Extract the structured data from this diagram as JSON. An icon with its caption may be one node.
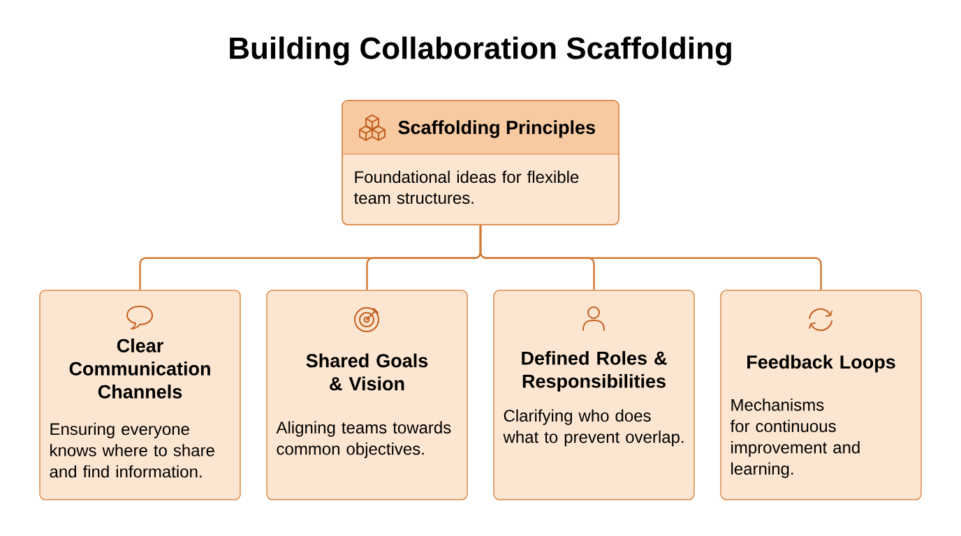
{
  "diagram": {
    "title": "Building Collaboration Scaffolding",
    "nodes": [
      {
        "text": [
          "Scaffolding Principles",
          "Foundational ideas for flexible team structures."
        ]
      },
      {
        "text": [
          "Clear Communication Channels",
          "Ensuring everyone knows where to share and find information."
        ]
      },
      {
        "text": [
          "Shared Goals & Vision",
          "Aligning teams towards common objectives."
        ]
      },
      {
        "text": [
          "Defined Roles & Responsibilities",
          "Clarifying who does what to prevent overlap."
        ]
      },
      {
        "text": [
          "Feedback Loops",
          "Mechanisms for continuous improvement and learning."
        ]
      }
    ],
    "edges": [
      {
        "from": 0,
        "to": 1,
        "arrow": "none"
      },
      {
        "from": 0,
        "to": 2,
        "arrow": "none"
      },
      {
        "from": 0,
        "to": 3,
        "arrow": "none"
      },
      {
        "from": 0,
        "to": 4,
        "arrow": "none"
      }
    ]
  }
}
